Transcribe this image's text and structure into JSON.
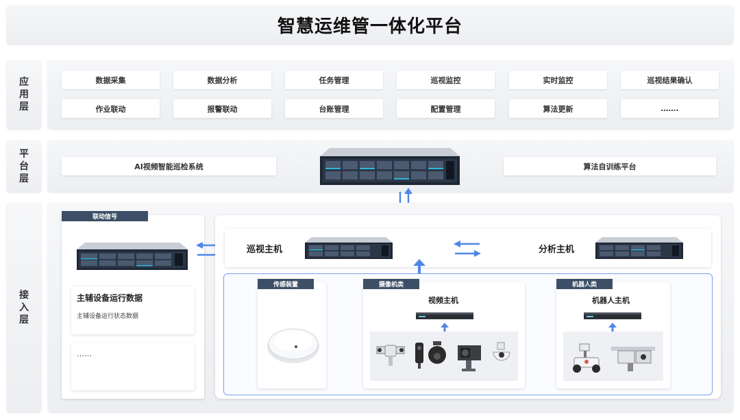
{
  "title": "智慧运维管一体化平台",
  "app_layer": {
    "label": [
      "应",
      "用",
      "层"
    ],
    "row1": [
      "数据采集",
      "数据分析",
      "任务管理",
      "巡视监控",
      "实时监控",
      "巡视结果确认"
    ],
    "row2": [
      "作业联动",
      "报警联动",
      "台账管理",
      "配置管理",
      "算法更新",
      "……."
    ]
  },
  "platform_layer": {
    "label": [
      "平",
      "台",
      "层"
    ],
    "left": "AI视频智能巡检系统",
    "right": "算法自训练平台"
  },
  "access_layer": {
    "label": [
      "接",
      "入",
      "层"
    ],
    "linkage_tag": "联动信号",
    "aux_title": "主辅设备运行数据",
    "aux_sub": "主辅设备运行状态数据",
    "more": "……",
    "patrol_host": "巡视主机",
    "analysis_host": "分析主机",
    "sensor_tag": "传感装置",
    "camera_tag": "摄像机类",
    "video_host": "视频主机",
    "robot_tag": "机器人类",
    "robot_host": "机器人主机"
  },
  "colors": {
    "accent": "#4f86e8",
    "tag_bg": "#3c4f66",
    "panel_border": "#7a9ef0"
  }
}
